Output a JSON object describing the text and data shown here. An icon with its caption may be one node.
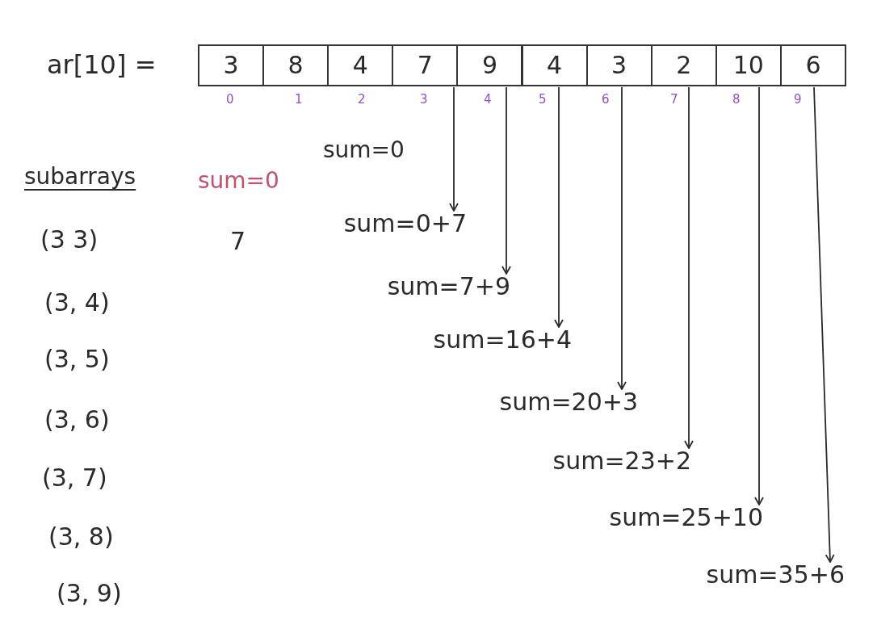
{
  "diagram": {
    "nodes": [
      {
        "text": [
          "3"
        ],
        "beside": [
          "0"
        ]
      },
      {
        "text": [
          "8"
        ],
        "beside": [
          "1"
        ]
      },
      {
        "text": [
          "4"
        ],
        "beside": [
          "2"
        ]
      },
      {
        "text": [
          "7"
        ],
        "beside": [
          "3"
        ]
      },
      {
        "text": [
          "9"
        ],
        "beside": [
          "4"
        ]
      },
      {
        "text": [
          "4"
        ],
        "beside": [
          "5"
        ]
      },
      {
        "text": [
          "3"
        ],
        "beside": [
          "6"
        ]
      },
      {
        "text": [
          "2"
        ],
        "beside": [
          "7"
        ]
      },
      {
        "text": [
          "10"
        ],
        "beside": [
          "8"
        ]
      },
      {
        "text": [
          "6"
        ],
        "beside": [
          "9"
        ]
      },
      {
        "text": [
          "sum=0+7"
        ]
      },
      {
        "text": [
          "sum=7+9"
        ]
      },
      {
        "text": [
          "sum=16+4"
        ]
      },
      {
        "text": [
          "sum=20+3"
        ]
      },
      {
        "text": [
          "sum=23+2"
        ]
      },
      {
        "text": [
          "sum=25+10"
        ]
      },
      {
        "text": [
          "sum=35+6"
        ]
      }
    ],
    "edges": [
      {
        "from": 3,
        "to": 10,
        "arrow": "to"
      },
      {
        "from": 4,
        "to": 11,
        "arrow": "to"
      },
      {
        "from": 5,
        "to": 12,
        "arrow": "to"
      },
      {
        "from": 6,
        "to": 13,
        "arrow": "to"
      },
      {
        "from": 7,
        "to": 14,
        "arrow": "to"
      },
      {
        "from": 8,
        "to": 15,
        "arrow": "to"
      },
      {
        "from": 9,
        "to": 16,
        "arrow": "to"
      }
    ],
    "labels": [
      "ar[10] =",
      "sum=0",
      "subarrays",
      "sum=0",
      "(3 3)",
      "7",
      "(3, 4)",
      "(3, 5)",
      "(3, 6)",
      "(3, 7)",
      "(3, 8)",
      "(3, 9)"
    ]
  }
}
